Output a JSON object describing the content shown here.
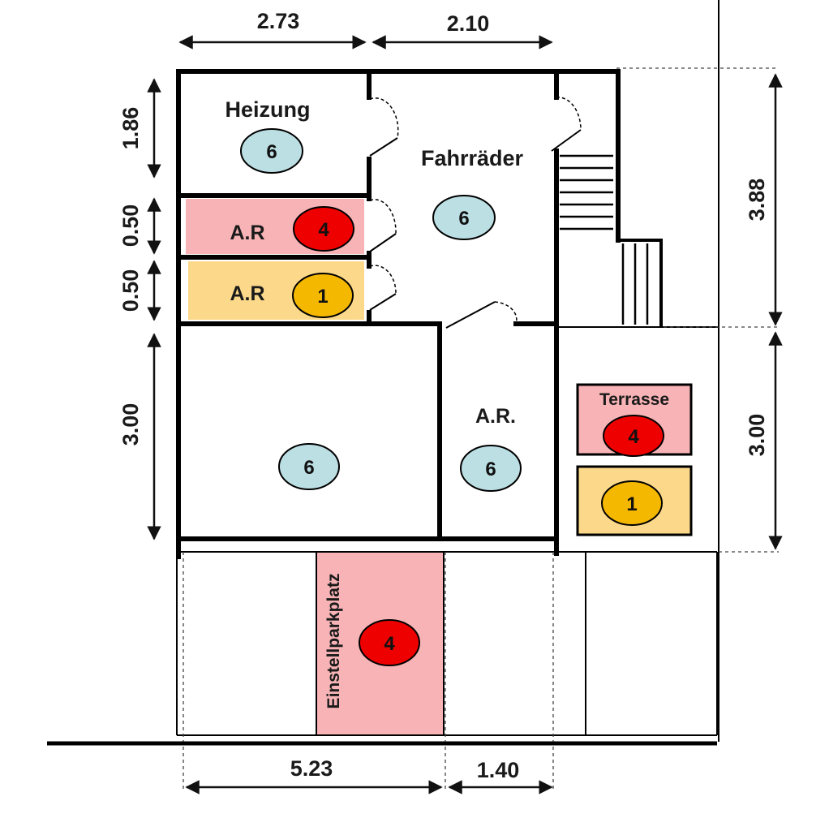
{
  "colors": {
    "wall": "#000000",
    "pink_room": "#f7b3b5",
    "yellow_room": "#fcd98a",
    "badge_blue": "#bcdfe4",
    "badge_red": "#ee0000",
    "badge_orange": "#f5b800"
  },
  "dimensions": {
    "top_left": "2.73",
    "top_right": "2.10",
    "left_1": "1.86",
    "left_2": "0.50",
    "left_3": "0.50",
    "left_4": "3.00",
    "right_upper": "3.88",
    "right_lower": "3.00",
    "bottom_left": "5.23",
    "bottom_right": "1.40"
  },
  "rooms": {
    "heizung": {
      "label": "Heizung",
      "badge": "6"
    },
    "fahrraeder": {
      "label": "Fahrräder",
      "badge": "6"
    },
    "ar_pink": {
      "label": "A.R",
      "badge": "4"
    },
    "ar_yellow": {
      "label": "A.R",
      "badge": "1"
    },
    "big_room": {
      "badge": "6"
    },
    "ar_right": {
      "label": "A.R.",
      "badge": "6"
    },
    "terrasse": {
      "label": "Terrasse",
      "badge": "4"
    },
    "terrasse_yellow": {
      "badge": "1"
    },
    "einstellparkplatz": {
      "label": "Einstellparkplatz",
      "badge": "4"
    }
  }
}
